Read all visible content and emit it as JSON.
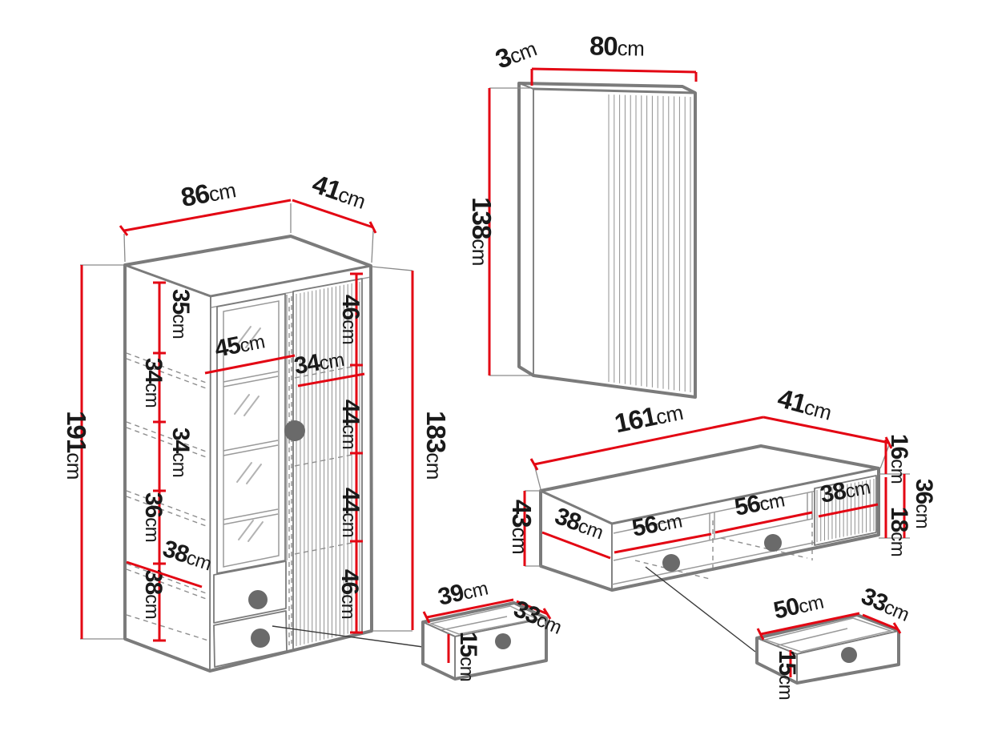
{
  "unit": "cm",
  "colors": {
    "dimension_red": "#e30613",
    "outline_gray": "#7b7b7b",
    "knob_gray": "#6a6a6a",
    "text": "#1a1a1a",
    "background": "#ffffff"
  },
  "cabinet": {
    "width": "86",
    "depth": "41",
    "height": "191",
    "inner_height": "183",
    "left_gaps": [
      "35",
      "34",
      "34",
      "36",
      "38"
    ],
    "right_gaps": [
      "46",
      "44",
      "44",
      "46"
    ],
    "glass_door_width": "45",
    "right_door_width": "34",
    "inner_depth": "38"
  },
  "wall_panel": {
    "thickness": "3",
    "width": "80",
    "height": "138"
  },
  "tv_stand": {
    "width": "161",
    "depth": "41",
    "height": "43",
    "inner_depth": "38",
    "compartments": [
      "56",
      "56",
      "38"
    ],
    "niche_height": "16",
    "front_height": "36",
    "drawer_height": "18"
  },
  "small_drawer": {
    "width": "39",
    "depth": "33",
    "height": "15"
  },
  "large_drawer": {
    "width": "50",
    "depth": "33",
    "height": "15"
  }
}
